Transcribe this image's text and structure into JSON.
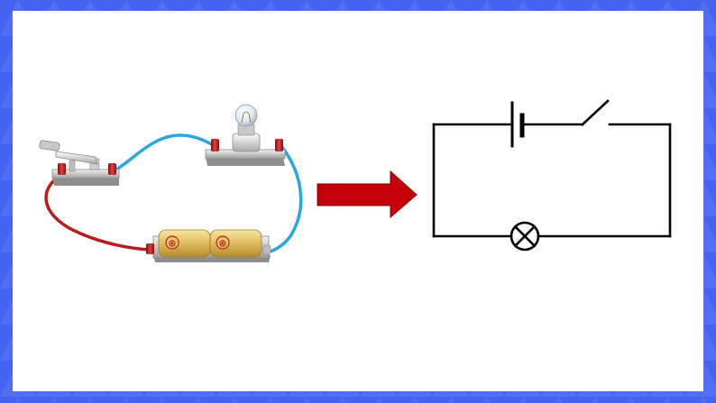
{
  "colors": {
    "border_blue": "#3f5ff2",
    "border_blue_light": "#6f86f6",
    "wire_blue": "#2aa6e0",
    "wire_red": "#c0201e",
    "arrow_red": "#c4000b",
    "terminal_red": "#c52626",
    "schematic_line": "#000000"
  },
  "illustration": {
    "components": [
      "knife-switch",
      "light-bulb",
      "battery-pack"
    ],
    "battery_cells": [
      {
        "symbol": "⊕"
      },
      {
        "symbol": "⊕"
      }
    ]
  },
  "schematic": {
    "components": [
      "battery-cell",
      "open-switch",
      "lamp"
    ]
  }
}
